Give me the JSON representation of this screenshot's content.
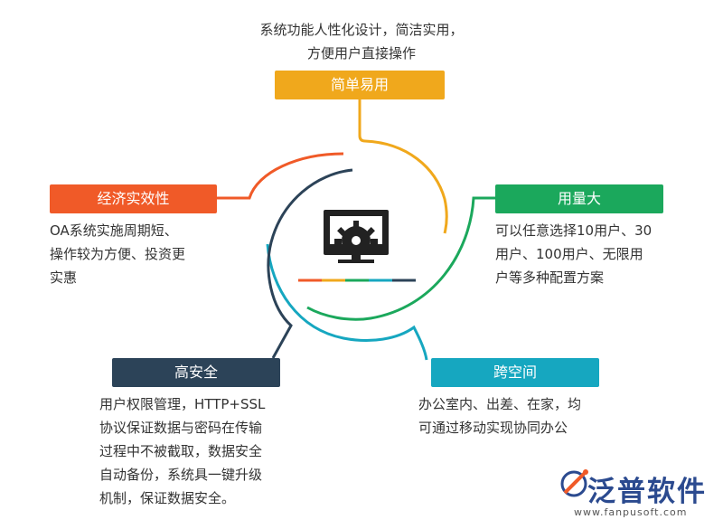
{
  "nodes": {
    "top": {
      "label": "简单易用",
      "color": "#f0a81c",
      "desc_line1": "系统功能人性化设计，简洁实用，",
      "desc_line2": "方便用户直接操作"
    },
    "right": {
      "label": "用量大",
      "color": "#1ba85c",
      "desc_line1": "可以任意选择10用户、30",
      "desc_line2": "用户、100用户、无限用",
      "desc_line3": "户等多种配置方案"
    },
    "bottom_right": {
      "label": "跨空间",
      "color": "#16a7c0",
      "desc_line1": "办公室内、出差、在家，均",
      "desc_line2": "可通过移动实现协同办公"
    },
    "bottom_left": {
      "label": "高安全",
      "color": "#2c4358",
      "desc_line1": "用户权限管理，HTTP+SSL",
      "desc_line2": "协议保证数据与密码在传输",
      "desc_line3": "过程中不被截取，数据安全",
      "desc_line4": "自动备份，系统具一键升级",
      "desc_line5": "机制，保证数据安全。"
    },
    "left": {
      "label": "经济实效性",
      "color": "#f05a28",
      "desc_line1": "OA系统实施周期短、",
      "desc_line2": "操作较为方便、投资更",
      "desc_line3": "实惠"
    }
  },
  "center_icon": "monitor-gear-icon",
  "logo": {
    "name": "泛普软件",
    "url": "www.fanpusoft.com",
    "icon": "fanpu-logo-icon"
  }
}
